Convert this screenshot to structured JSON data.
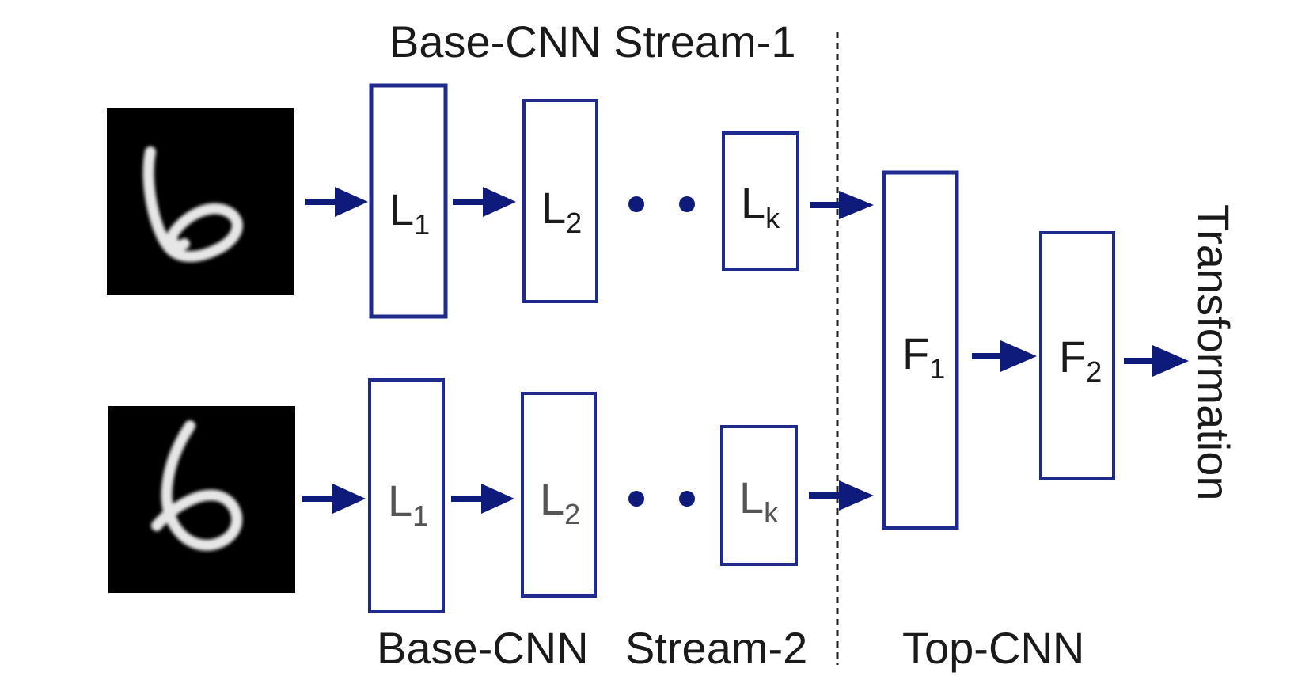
{
  "stream1": {
    "title": "Base-CNN Stream-1",
    "layers": [
      {
        "main": "L",
        "sub": "1"
      },
      {
        "main": "L",
        "sub": "2"
      },
      {
        "main": "L",
        "sub": "k"
      }
    ]
  },
  "stream2": {
    "title_part1": "Base-CNN",
    "title_part2": "Stream-2",
    "layers": [
      {
        "main": "L",
        "sub": "1"
      },
      {
        "main": "L",
        "sub": "2"
      },
      {
        "main": "L",
        "sub": "k"
      }
    ]
  },
  "top": {
    "title": "Top-CNN",
    "layers": [
      {
        "main": "F",
        "sub": "1"
      },
      {
        "main": "F",
        "sub": "2"
      }
    ]
  },
  "output_label": "Transformation",
  "colors": {
    "box_stroke": "#1e2a8c",
    "arrow": "#0f1b7a",
    "image_bg": "#000000",
    "digit": "#e6e6e6"
  },
  "icons": {
    "input_image": "handwritten-digit-6-image"
  }
}
